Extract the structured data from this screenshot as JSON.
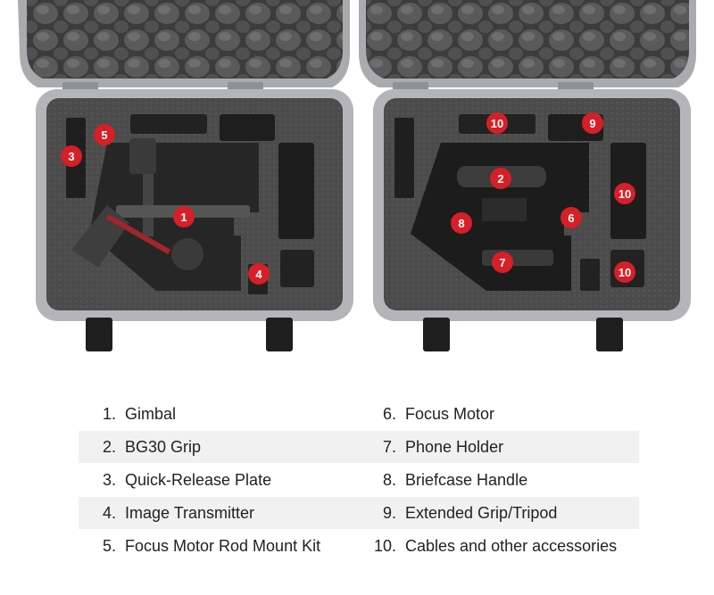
{
  "colors": {
    "badge": "#d61f26",
    "case_shell": "#a9abae",
    "foam": "#4a4a4a",
    "foam_dark": "#2a2a2a",
    "row_shade": "#f1f1f1"
  },
  "badges": {
    "left": [
      "1",
      "3",
      "4",
      "5"
    ],
    "right": [
      "2",
      "6",
      "7",
      "8",
      "9",
      "10",
      "10",
      "10"
    ]
  },
  "legend": {
    "rows": [
      {
        "left": {
          "num": "1.",
          "label": "Gimbal"
        },
        "right": {
          "num": "6.",
          "label": "Focus Motor"
        }
      },
      {
        "left": {
          "num": "2.",
          "label": "BG30 Grip"
        },
        "right": {
          "num": "7.",
          "label": "Phone Holder"
        }
      },
      {
        "left": {
          "num": "3.",
          "label": "Quick-Release Plate"
        },
        "right": {
          "num": "8.",
          "label": "Briefcase Handle"
        }
      },
      {
        "left": {
          "num": "4.",
          "label": "Image Transmitter"
        },
        "right": {
          "num": "9.",
          "label": "Extended Grip/Tripod"
        }
      },
      {
        "left": {
          "num": "5.",
          "label": "Focus Motor Rod Mount Kit"
        },
        "right": {
          "num": "10.",
          "label": "Cables and other accessories"
        }
      }
    ]
  }
}
